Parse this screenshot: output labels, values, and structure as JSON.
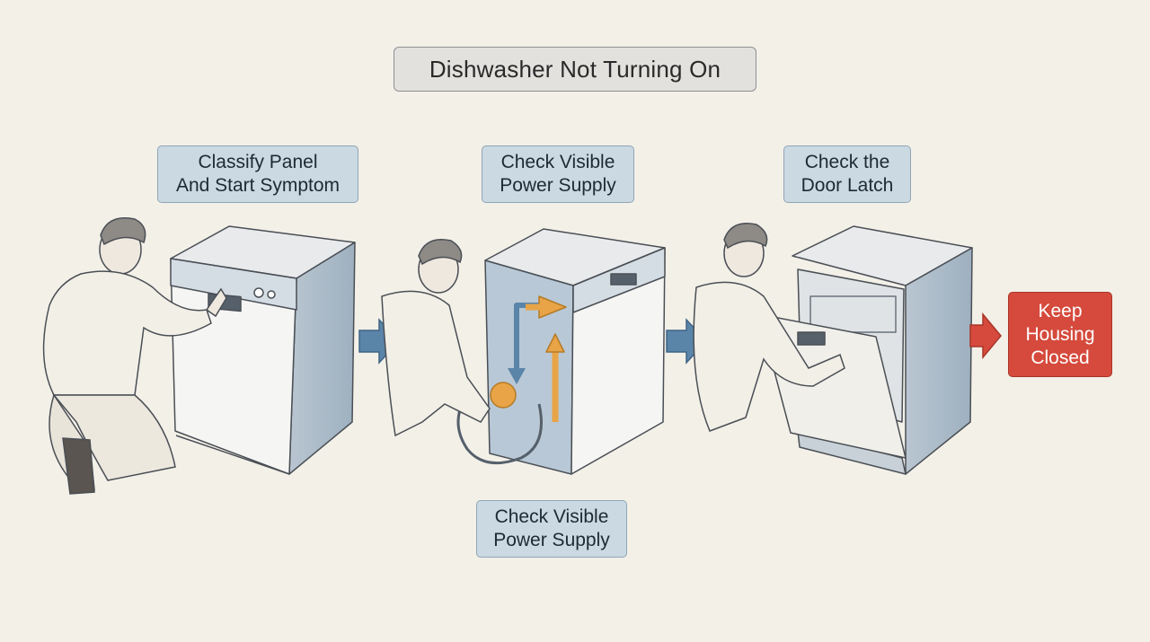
{
  "title": "Dishwasher Not Turning On",
  "steps": [
    {
      "line1": "Classify Panel",
      "line2": "And Start Symptom"
    },
    {
      "line1": "Check Visible",
      "line2": "Power Supply"
    },
    {
      "line1": "Check the",
      "line2": "Door Latch"
    }
  ],
  "sub_label": {
    "line1": "Check Visible",
    "line2": "Power Supply"
  },
  "terminal": {
    "line1": "Keep",
    "line2": "Housing",
    "line3": "Closed"
  },
  "colors": {
    "step_fill": "#cbd9e3",
    "arrow_blue": "#5a84a8",
    "terminal_red": "#d54a3c",
    "power_arrow_orange": "#e8a447"
  }
}
